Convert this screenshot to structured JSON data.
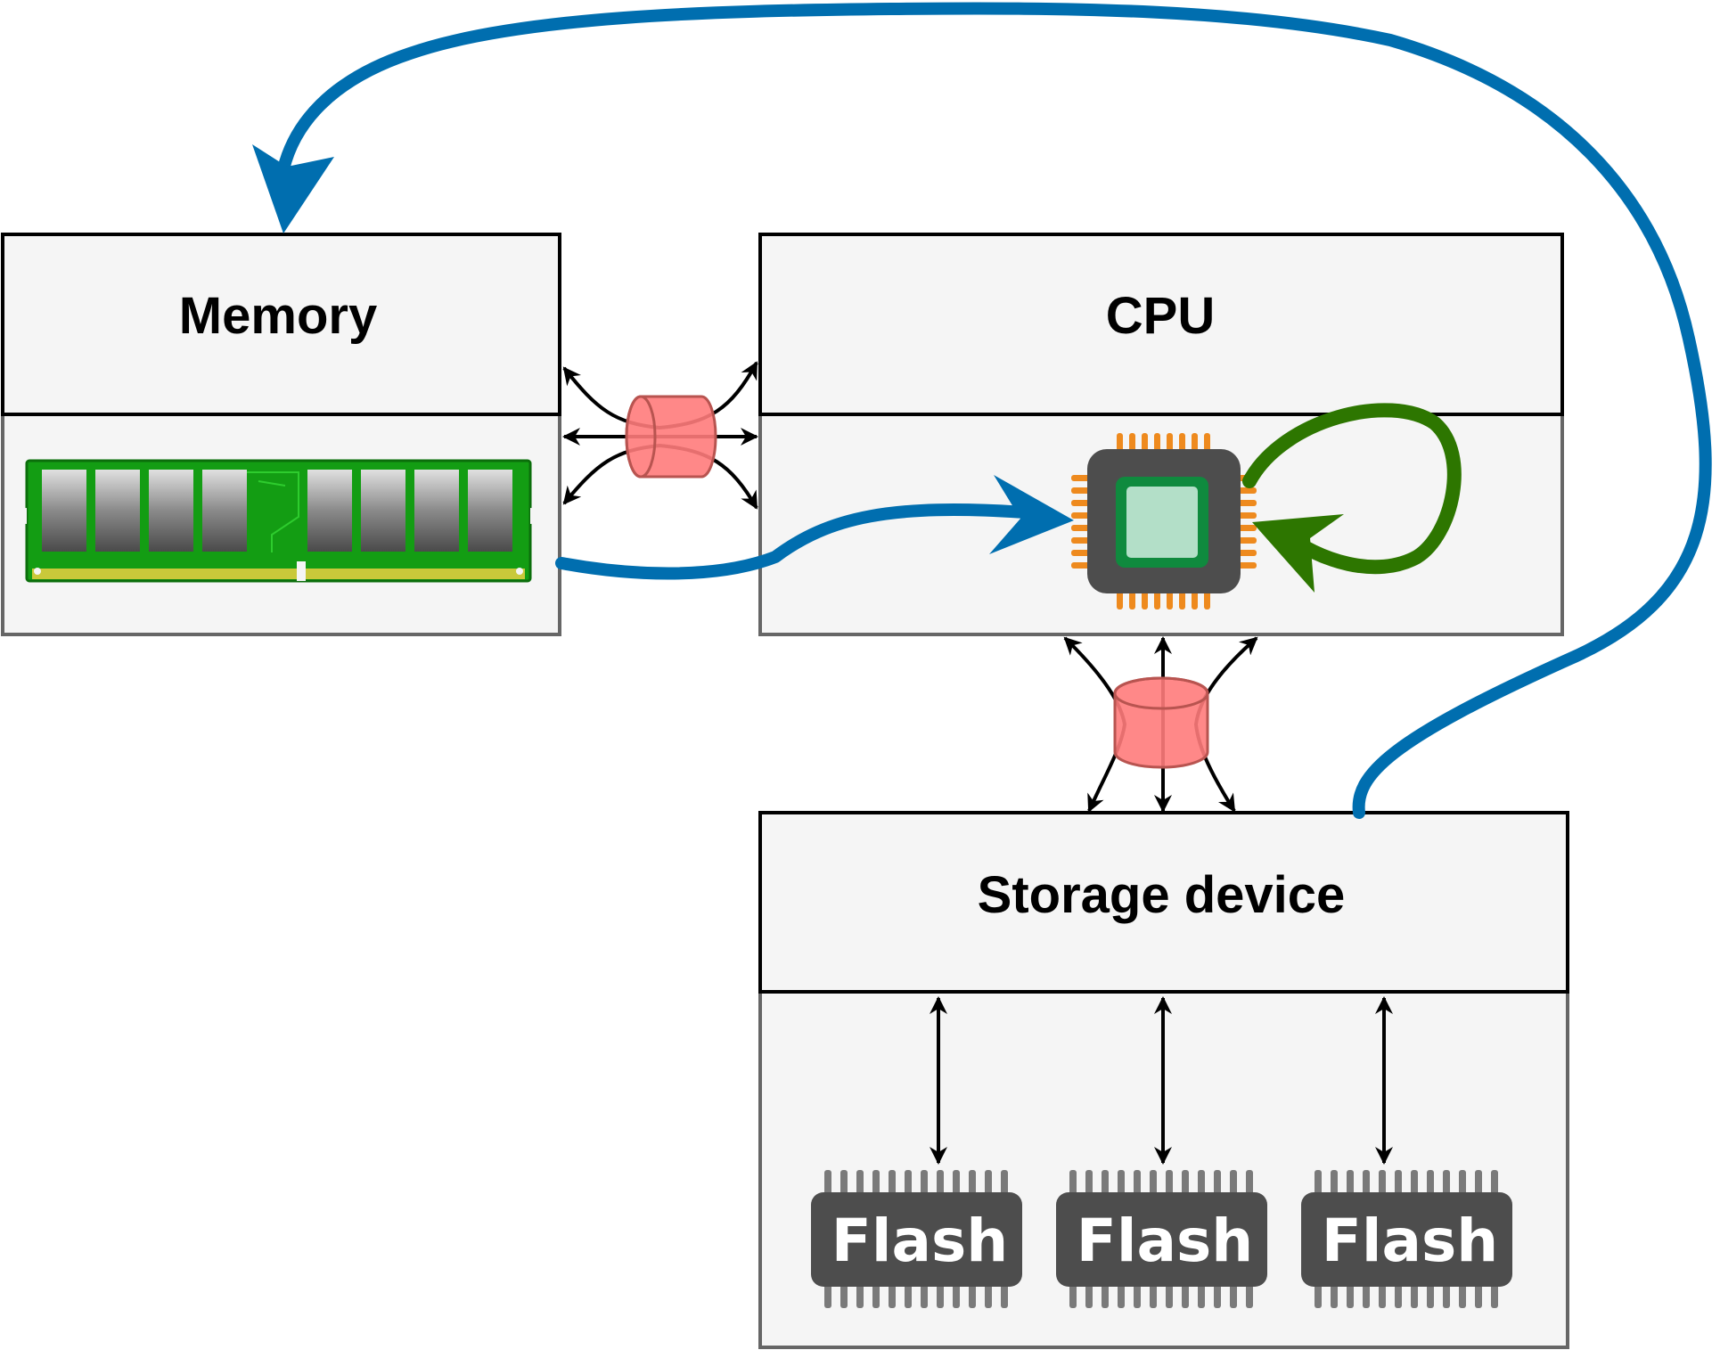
{
  "diagram": {
    "boxes": {
      "memory": {
        "title": "Memory"
      },
      "cpu": {
        "title": "CPU"
      },
      "storage": {
        "title": "Storage device"
      }
    },
    "flash_chips": [
      {
        "label": "Flash"
      },
      {
        "label": "Flash"
      },
      {
        "label": "Flash"
      }
    ],
    "colors": {
      "box_fill": "#f5f5f5",
      "box_border": "#000000",
      "body_border": "#666666",
      "blue_arrow": "#006eaf",
      "green_arrow": "#2d7600",
      "bus_cylinder": "#ff7b7b",
      "chip_dark": "#4d4d4d",
      "chip_pins_cpu": "#ee8a1e",
      "ram_green": "#139d13"
    },
    "icons": [
      "ram-module-icon",
      "cpu-chip-icon",
      "flash-chip-icon",
      "bus-cylinder-icon"
    ]
  }
}
